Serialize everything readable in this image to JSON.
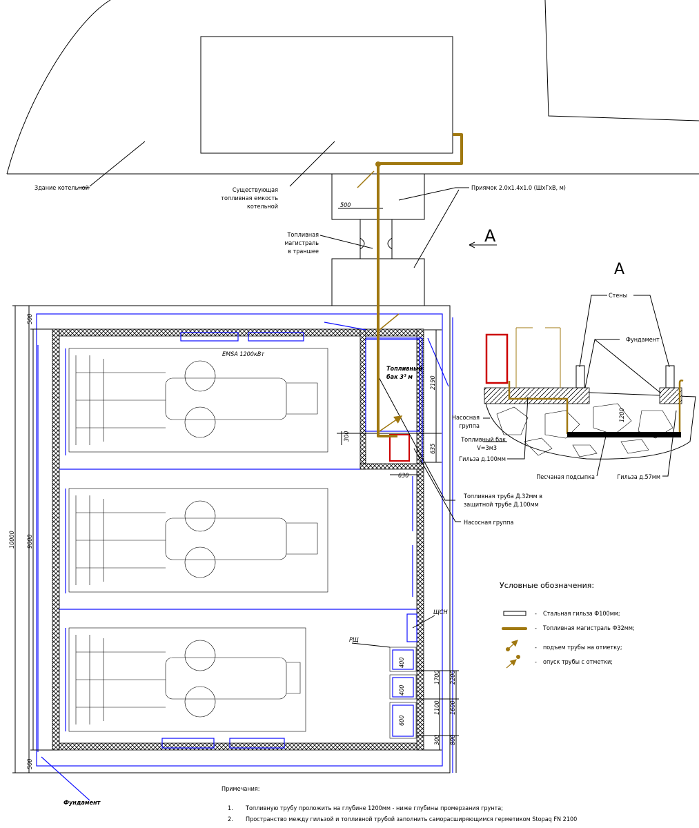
{
  "plan": {
    "boiler_building": "Здание котельной",
    "existing_tank": [
      "Существующая",
      "топливная емкость",
      "котельной"
    ],
    "pit": "Приямок 2.0х1.4х1.0 (ШхГхВ, м)",
    "fuel_main": [
      "Топливная",
      "магистраль",
      "в траншее"
    ],
    "dim_500_top": "500",
    "section_marker": "А",
    "generator_label": "EMSA  1200кВт",
    "fuel_tank": [
      "Топливный",
      "бак 3³ м"
    ],
    "dim_2190": "2190",
    "dim_300": "300",
    "dim_635": "635",
    "dim_630": "630",
    "fuel_pipe": [
      "Топливная труба Д.32мм в",
      "защитной трубе Д.100мм"
    ],
    "pump_group": "Насосная группа",
    "shsn": "ЩСН",
    "rsh": "РЩ",
    "cab_dims": [
      "400",
      "400",
      "600"
    ],
    "right_dims_a": [
      "1700",
      "1100",
      "300"
    ],
    "right_dims_b": [
      "2200",
      "1600",
      "800"
    ],
    "dim_10000": "10000",
    "dim_9000": "9000",
    "dim_500_a": "500",
    "dim_500_b": "500",
    "foundation": "Фундамент"
  },
  "section": {
    "title": "А",
    "walls": "Стены",
    "foundation": "Фундамент",
    "pump_group": [
      "Насосная",
      "группа"
    ],
    "fuel_tank": [
      "Топливный бак",
      "V=3м3"
    ],
    "sleeve100": "Гильза д.100мм",
    "sand": "Песчаная подсыпка",
    "sleeve57": "Гильза д.57мм",
    "depth": "1200"
  },
  "legend": {
    "title": "Условные обозначения:",
    "items": [
      "Стальная гильза Ф100мм;",
      "Топливная магистраль Ф32мм;",
      "подъем трубы на отметку;",
      "опуск трубы с отметки;"
    ],
    "dash": "-",
    "pipe_color": "#a07810"
  },
  "notes": {
    "title": "Примечания:",
    "items": [
      {
        "num": "1.",
        "text": "Топливную трубу проложить на глубине 1200мм - ниже глубины промерзания грунта;"
      },
      {
        "num": "2.",
        "text": "Пространство между гильзой и топливной трубой заполнить саморасширяющимся герметиком Stopaq FN 2100"
      }
    ]
  }
}
